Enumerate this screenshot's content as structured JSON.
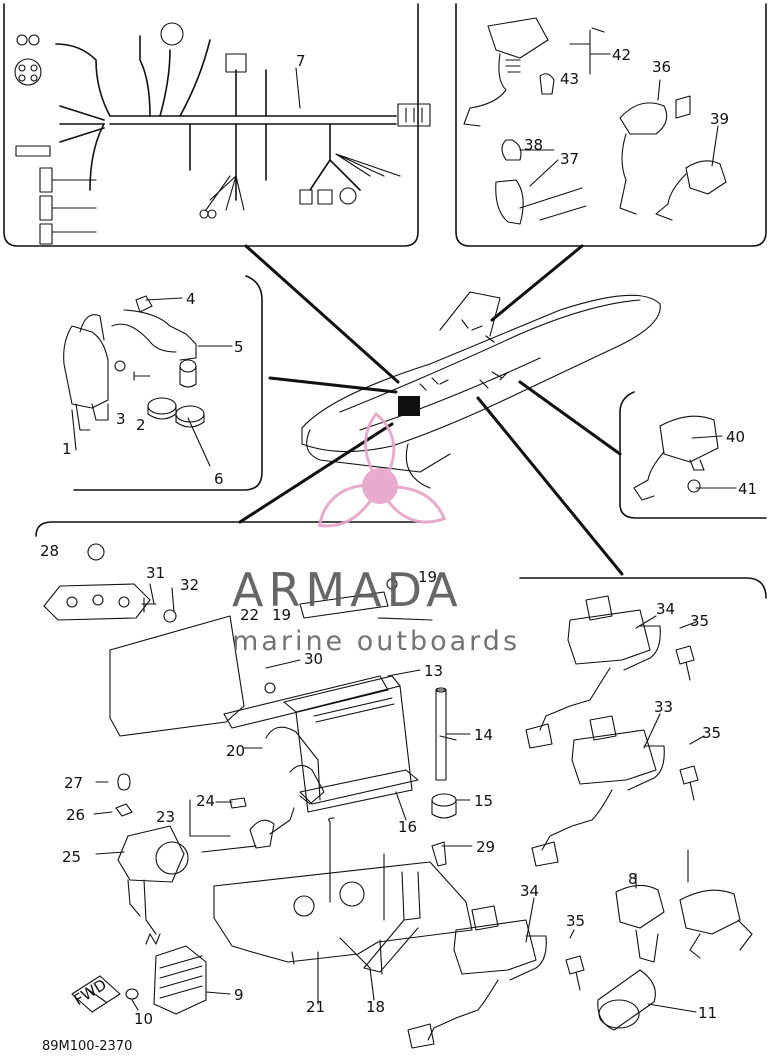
{
  "diagram": {
    "part_code": "89M100-2370",
    "callouts": [
      "1",
      "2",
      "3",
      "4",
      "5",
      "6",
      "7",
      "8",
      "9",
      "10",
      "11",
      "13",
      "14",
      "15",
      "16",
      "18",
      "19",
      "19",
      "20",
      "21",
      "22",
      "23",
      "24",
      "25",
      "26",
      "27",
      "28",
      "29",
      "30",
      "31",
      "32",
      "33",
      "34",
      "34",
      "35",
      "35",
      "35",
      "36",
      "37",
      "38",
      "39",
      "40",
      "41",
      "42",
      "43"
    ],
    "fwd_label": "FWD"
  },
  "watermark": {
    "title": "ARMADA",
    "subtitle": "marine outboards",
    "color": "#e7a3c9"
  }
}
